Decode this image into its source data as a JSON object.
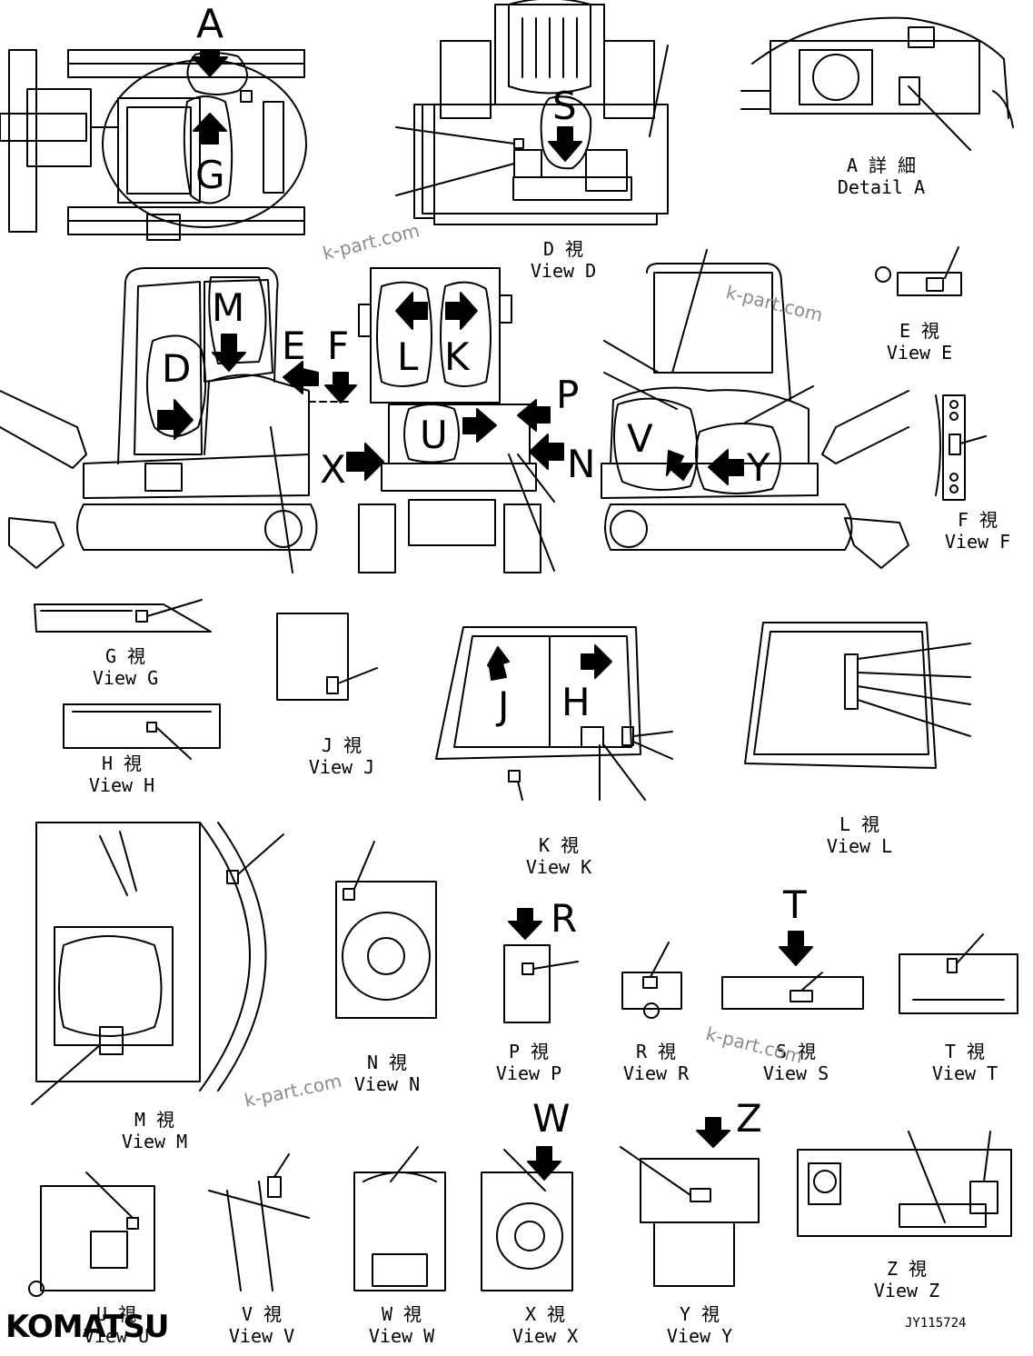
{
  "brand": "KOMATSU",
  "drawing_code": "JY115724",
  "watermarks": [
    "k-part.com",
    "k-part.com",
    "k-part.com",
    "k-part.com"
  ],
  "callout_letters": {
    "A": "A",
    "G": "G",
    "S": "S",
    "M": "M",
    "D": "D",
    "E": "E",
    "F": "F",
    "L": "L",
    "K": "K",
    "U": "U",
    "P": "P",
    "N": "N",
    "X": "X",
    "V": "V",
    "Y": "Y",
    "J": "J",
    "H": "H",
    "R": "R",
    "T": "T",
    "W": "W",
    "Z": "Z"
  },
  "views": {
    "detail_a": {
      "jp": "A 詳 細",
      "en": "Detail A"
    },
    "view_d": {
      "jp": "D 視",
      "en": "View D"
    },
    "view_e": {
      "jp": "E 視",
      "en": "View E"
    },
    "view_f": {
      "jp": "F 視",
      "en": "View F"
    },
    "view_g": {
      "jp": "G 視",
      "en": "View G"
    },
    "view_h": {
      "jp": "H 視",
      "en": "View H"
    },
    "view_j": {
      "jp": "J 視",
      "en": "View J"
    },
    "view_k": {
      "jp": "K 視",
      "en": "View K"
    },
    "view_l": {
      "jp": "L 視",
      "en": "View L"
    },
    "view_m": {
      "jp": "M 視",
      "en": "View M"
    },
    "view_n": {
      "jp": "N 視",
      "en": "View N"
    },
    "view_p": {
      "jp": "P 視",
      "en": "View P"
    },
    "view_r": {
      "jp": "R 視",
      "en": "View R"
    },
    "view_s": {
      "jp": "S 視",
      "en": "View S"
    },
    "view_t": {
      "jp": "T 視",
      "en": "View T"
    },
    "view_u": {
      "jp": "U 視",
      "en": "View U"
    },
    "view_v": {
      "jp": "V 視",
      "en": "View V"
    },
    "view_w": {
      "jp": "W 視",
      "en": "View W"
    },
    "view_x": {
      "jp": "X 視",
      "en": "View X"
    },
    "view_y": {
      "jp": "Y 視",
      "en": "View Y"
    },
    "view_z": {
      "jp": "Z 視",
      "en": "View Z"
    }
  }
}
